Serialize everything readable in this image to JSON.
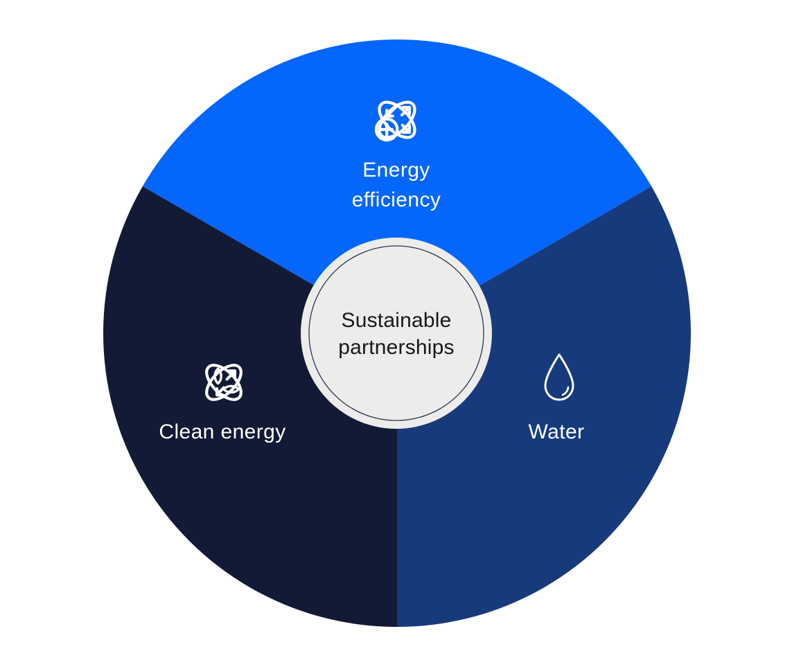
{
  "diagram": {
    "type": "circular-three-segment-diagram",
    "background_color": "#FFFFFF",
    "center": {
      "label_line1": "Sustainable",
      "label_line2": "partnerships",
      "fill_color": "#ECECEA",
      "ring_color": "#2A3450",
      "text_color": "#17171C"
    },
    "segments": [
      {
        "id": "energy-efficiency",
        "label": "Energy efficiency",
        "label_line1": "Energy",
        "label_line2": "efficiency",
        "icon": "energy-efficiency-icon",
        "color": "#0566FB",
        "text_color": "#FFFFFF",
        "position": "top"
      },
      {
        "id": "water",
        "label": "Water",
        "icon": "water-drop-icon",
        "color": "#173A7D",
        "text_color": "#FFFFFF",
        "position": "bottom-right"
      },
      {
        "id": "clean-energy",
        "label": "Clean energy",
        "icon": "clean-energy-icon",
        "color": "#121A35",
        "text_color": "#FFFFFF",
        "position": "bottom-left"
      }
    ]
  }
}
